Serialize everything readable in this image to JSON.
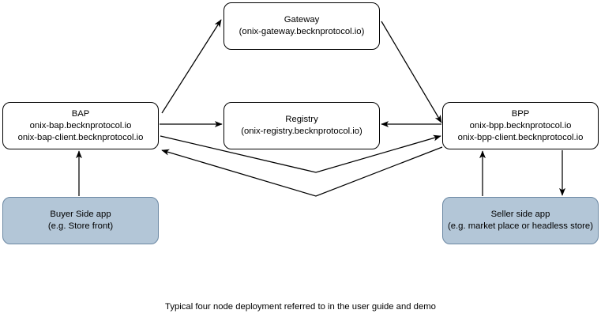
{
  "diagram": {
    "caption": "Typical four node deployment referred to in the user guide and demo",
    "colors": {
      "node_fill": "#ffffff",
      "node_stroke": "#000000",
      "app_fill": "#b3c6d7",
      "app_stroke": "#6b88a3",
      "edge_stroke": "#000000"
    },
    "nodes": [
      {
        "id": "gateway",
        "title": "Gateway",
        "subtitle": "(onix-gateway.becknprotocol.io)",
        "kind": "service"
      },
      {
        "id": "bap",
        "title": "BAP",
        "subtitle": "onix-bap.becknprotocol.io",
        "subtitle2": "onix-bap-client.becknprotocol.io",
        "kind": "service"
      },
      {
        "id": "registry",
        "title": "Registry",
        "subtitle": "(onix-registry.becknprotocol.io)",
        "kind": "service"
      },
      {
        "id": "bpp",
        "title": "BPP",
        "subtitle": "onix-bpp.becknprotocol.io",
        "subtitle2": "onix-bpp-client.becknprotocol.io",
        "kind": "service"
      },
      {
        "id": "buyer",
        "title": "Buyer Side app",
        "subtitle": "(e.g. Store front)",
        "kind": "app"
      },
      {
        "id": "seller",
        "title": "Seller side app",
        "subtitle": "(e.g. market place or headless store)",
        "kind": "app"
      }
    ],
    "edges": [
      {
        "id": "bap-to-gateway",
        "from": "bap",
        "to": "gateway",
        "shape": "diagonal",
        "arrow": "end"
      },
      {
        "id": "gateway-to-bpp",
        "from": "gateway",
        "to": "bpp",
        "shape": "diagonal",
        "arrow": "end"
      },
      {
        "id": "bap-to-registry",
        "from": "bap",
        "to": "registry",
        "shape": "horizontal",
        "arrow": "end"
      },
      {
        "id": "bpp-to-registry",
        "from": "bpp",
        "to": "registry",
        "shape": "horizontal",
        "arrow": "end"
      },
      {
        "id": "bap-to-bpp",
        "from": "bap",
        "to": "bpp",
        "shape": "vee",
        "arrow": "end"
      },
      {
        "id": "bpp-to-bap",
        "from": "bpp",
        "to": "bap",
        "shape": "vee",
        "arrow": "end"
      },
      {
        "id": "buyer-to-bap",
        "from": "buyer",
        "to": "bap",
        "shape": "vertical",
        "arrow": "end"
      },
      {
        "id": "seller-to-bpp",
        "from": "seller",
        "to": "bpp",
        "shape": "vertical",
        "arrow": "end"
      },
      {
        "id": "bpp-to-seller",
        "from": "bpp",
        "to": "seller",
        "shape": "vertical",
        "arrow": "end"
      }
    ]
  }
}
